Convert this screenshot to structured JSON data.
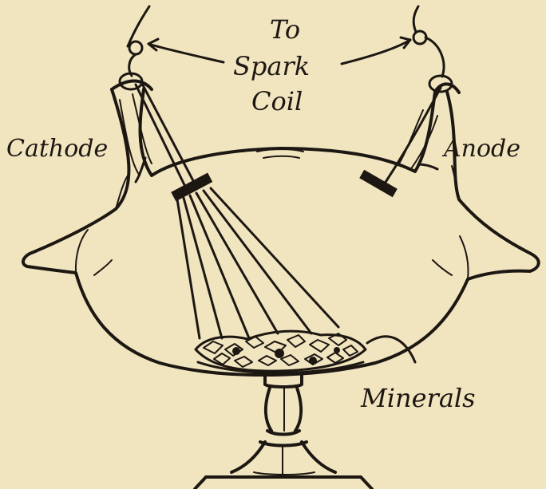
{
  "labels": {
    "to": "To",
    "spark": "Spark",
    "coil": "Coil",
    "cathode": "Cathode",
    "anode": "Anode",
    "minerals": "Minerals"
  }
}
